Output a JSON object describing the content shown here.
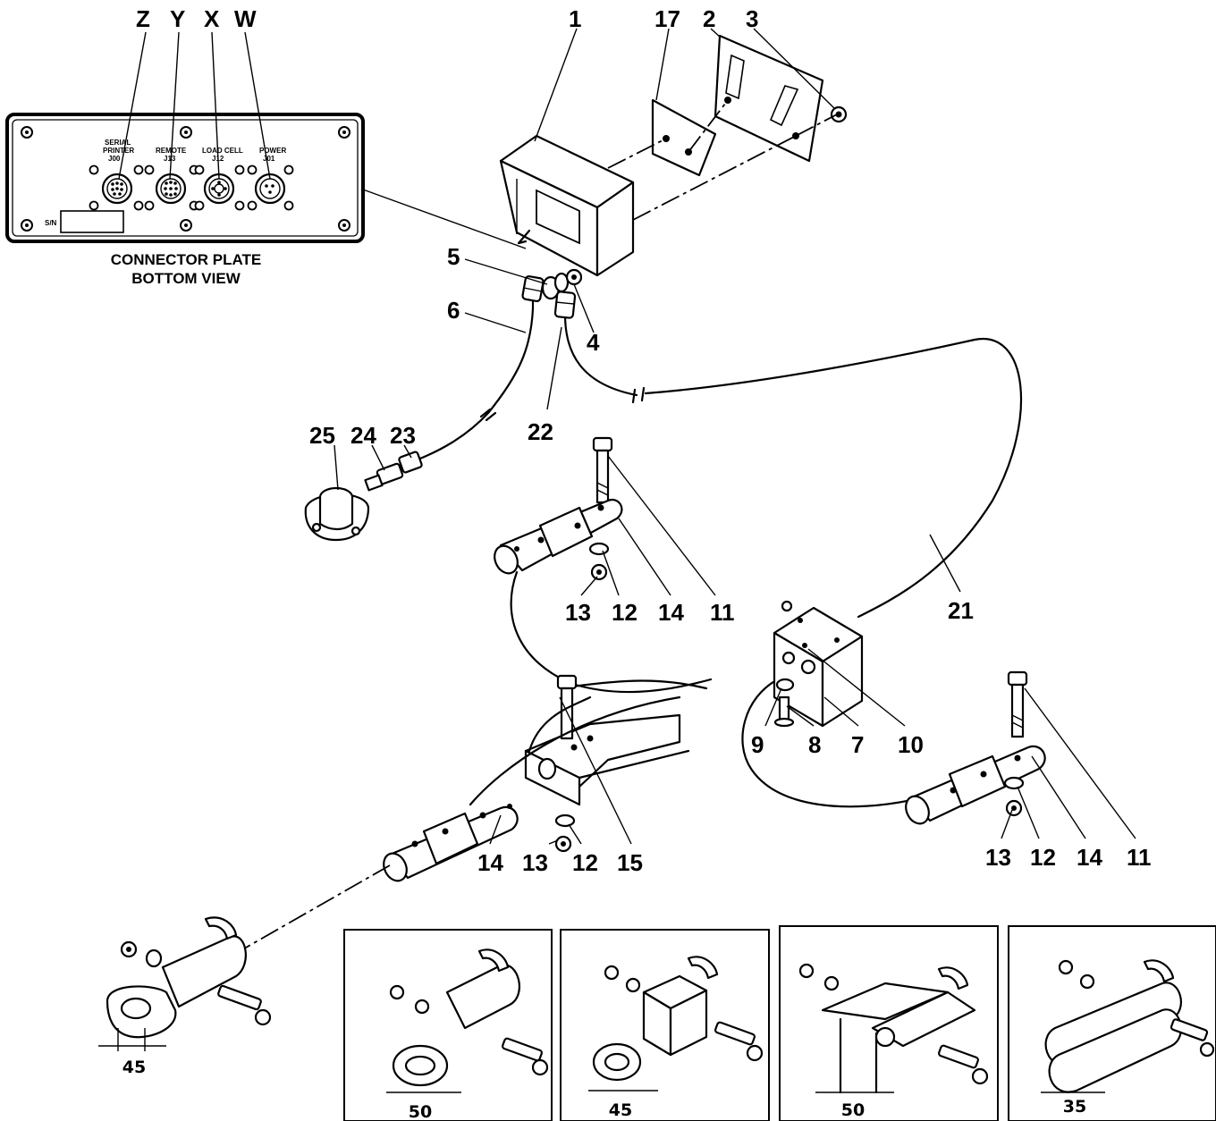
{
  "connector_letters": {
    "z": "Z",
    "y": "Y",
    "x": "X",
    "w": "W"
  },
  "connector_plate": {
    "caption_line1": "CONNECTOR PLATE",
    "caption_line2": "BOTTOM VIEW",
    "labels": {
      "serial_printer_1": "SERIAL",
      "serial_printer_2": "PRINTER",
      "serial_printer_3": "J00",
      "remote_1": "REMOTE",
      "remote_2": "J13",
      "load_cell_1": "LOAD CELL",
      "load_cell_2": "J12",
      "power_1": "POWER",
      "power_2": "J01",
      "sn": "S/N"
    }
  },
  "callouts": {
    "c1": "1",
    "c17": "17",
    "c2": "2",
    "c3": "3",
    "c5": "5",
    "c4": "4",
    "c6": "6",
    "c22": "22",
    "c25": "25",
    "c24": "24",
    "c23": "23",
    "c13a": "13",
    "c12a": "12",
    "c14a": "14",
    "c11a": "11",
    "c21": "21",
    "c9": "9",
    "c8": "8",
    "c7": "7",
    "c10": "10",
    "c14b": "14",
    "c13b": "13",
    "c12b": "12",
    "c15": "15",
    "c13c": "13",
    "c12c": "12",
    "c14c": "14",
    "c11c": "11"
  },
  "dimensions": {
    "main": "45",
    "variant_1": "50",
    "variant_2": "45",
    "variant_3": "50",
    "variant_4": "35"
  },
  "icons": [
    "connector-plate",
    "display-housing",
    "load-pin",
    "junction-box",
    "rod-end",
    "clevis-end"
  ]
}
